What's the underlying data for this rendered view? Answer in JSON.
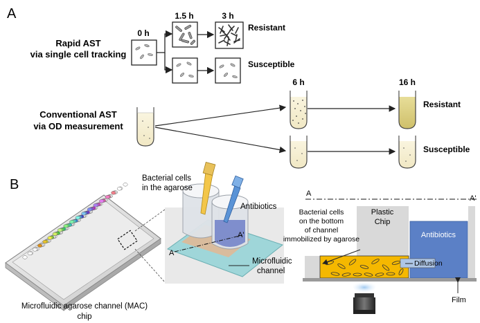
{
  "panel_a": {
    "label": "A",
    "rapid": {
      "line1": "Rapid AST",
      "line2": "via single cell tracking"
    },
    "times": {
      "t0": "0 h",
      "t1": "1.5 h",
      "t2": "3 h"
    },
    "resistant": "Resistant",
    "susceptible": "Susceptible",
    "conventional": {
      "line1": "Conventional AST",
      "line2": "via OD measurement"
    },
    "conv_times": {
      "t6": "6 h",
      "t16": "16 h"
    },
    "conv_resistant": "Resistant",
    "conv_susceptible": "Susceptible"
  },
  "panel_b": {
    "label": "B",
    "chip_caption_line1": "Microfluidic agarose channel (MAC)",
    "chip_caption_line2": "chip",
    "bacterial_cells_line1": "Bacterial cells",
    "bacterial_cells_line2": "in the agarose",
    "antibiotics": "Antibiotics",
    "section_a": "A",
    "section_a_prime": "A'",
    "microfluidic_line1": "Microfluidic",
    "microfluidic_line2": "channel",
    "cross_section": {
      "a": "A",
      "a_prime": "A'",
      "cells_line1": "Bacterial cells",
      "cells_line2": "on the bottom",
      "cells_line3": "of channel",
      "cells_line4": "immobilized  by agarose",
      "plastic_line1": "Plastic",
      "plastic_line2": "Chip",
      "antibiotics": "Antibiotics",
      "diffusion": "Diffusion",
      "film": "Film"
    }
  },
  "colors": {
    "agarose": "#f5b800",
    "antibiotics_fill": "#4d7cc4",
    "plastic": "#d9d9d9",
    "film": "#9a9a9a",
    "culture_turbid": "#e4d98c",
    "culture_clear": "#f6f0d6"
  }
}
